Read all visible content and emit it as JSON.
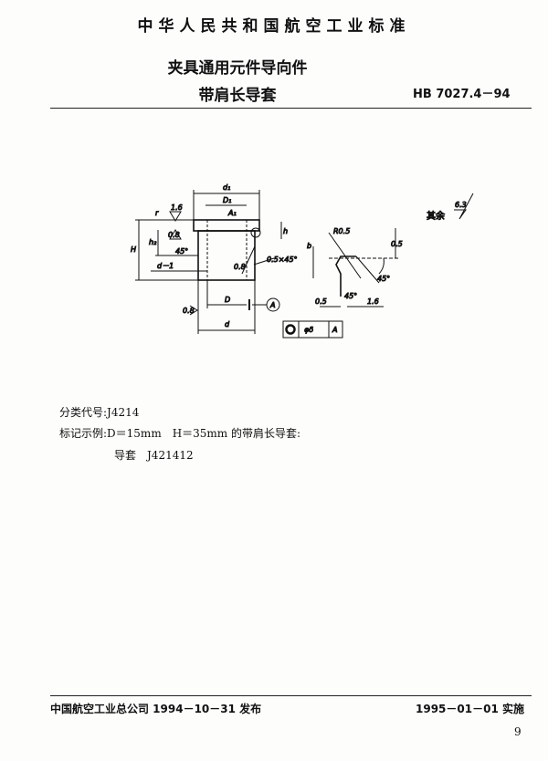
{
  "header": {
    "standard_title": "中华人民共和国航空工业标准"
  },
  "title": {
    "line1": "夹具通用元件导向件",
    "line2": "带肩长导套",
    "code": "HB 7027.4－94"
  },
  "drawing": {
    "labels": {
      "d1": "d₁",
      "D1": "D₁",
      "A1": "A₁",
      "r": "r",
      "h2": "h₂",
      "H": "H",
      "h": "h",
      "d_minus_1": "d－1",
      "angle45": "45°",
      "chamfer": "0.5×45°",
      "D": "D",
      "d": "d",
      "datum": "A",
      "rough16": "1.6",
      "rough08": "0.8",
      "rough08b": "0.8",
      "rough08c": "0.8"
    },
    "tolerance_frame": {
      "symbol": "concentricity",
      "value": "φδ",
      "datum": "A"
    },
    "detail": {
      "radius": "R0.5",
      "b": "b",
      "dim05v": "0.5",
      "angle45": "45°",
      "angle45b": "45°",
      "dim05h": "0.5",
      "dim16": "1.6"
    },
    "other_roughness": {
      "label": "其余",
      "value": "6.3"
    }
  },
  "body": {
    "classification": "分类代号:J4214",
    "example": "标记示例:D＝15mm　H＝35mm 的带肩长导套:",
    "example_code": "导套　J421412"
  },
  "footer": {
    "issued": "中国航空工业总公司 1994－10－31 发布",
    "effective": "1995－01－01 实施",
    "page": "9"
  }
}
